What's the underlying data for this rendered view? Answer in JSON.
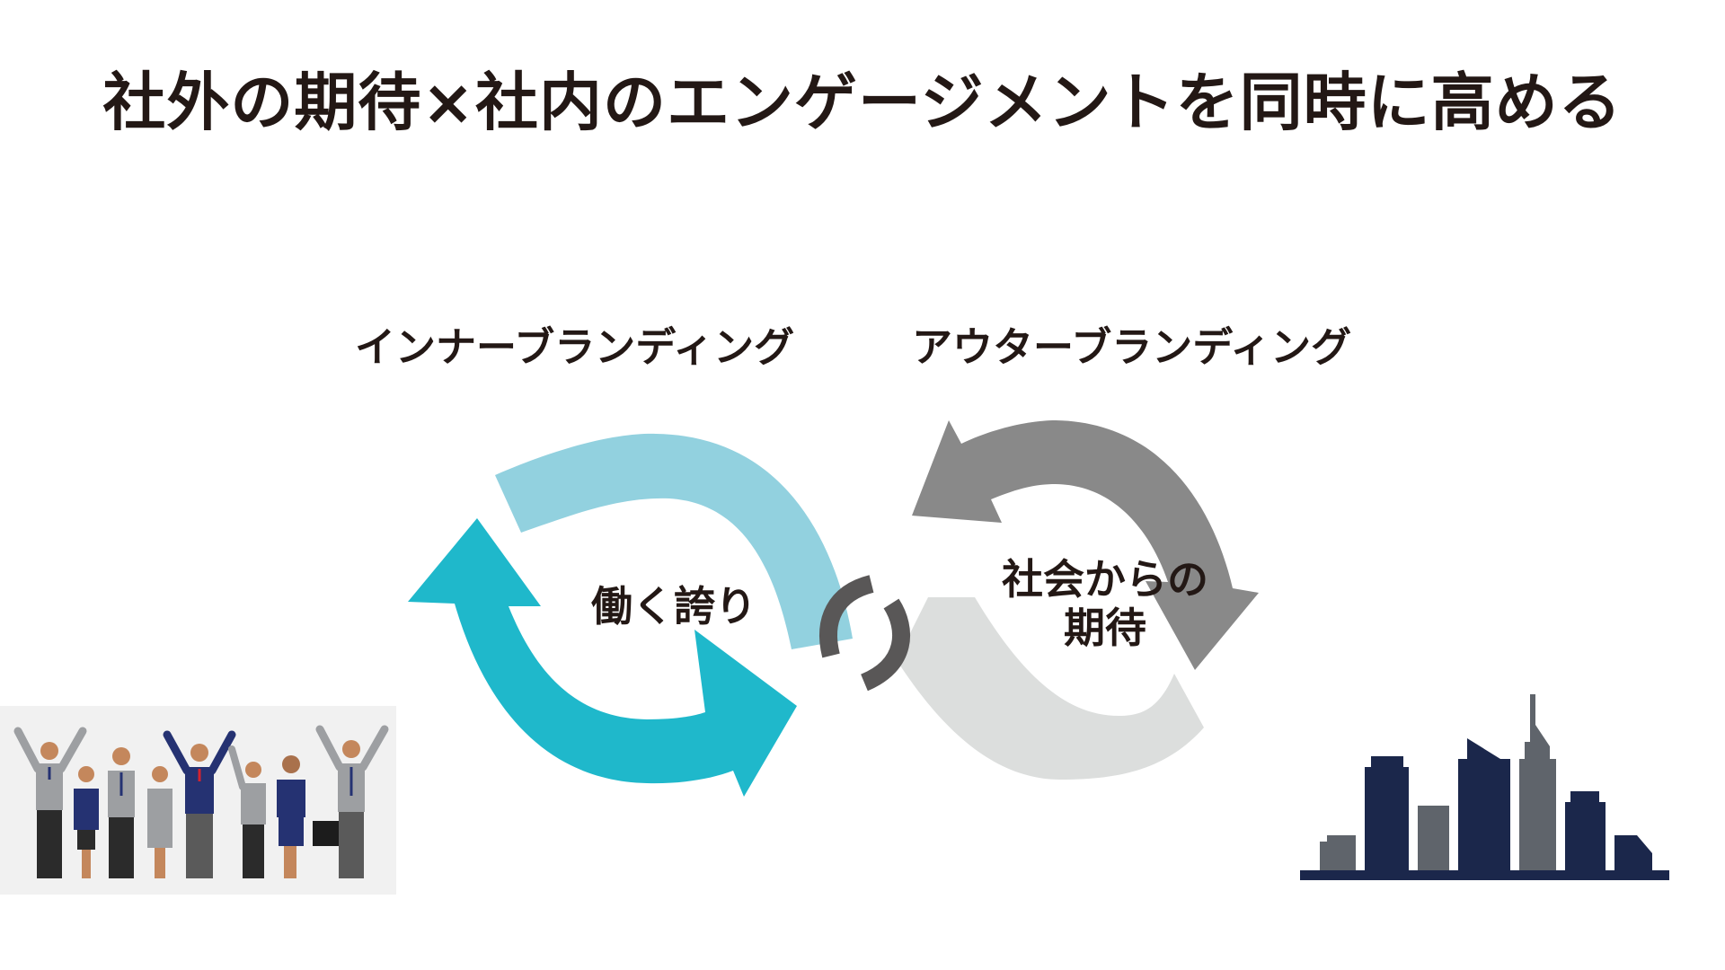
{
  "title": "社外の期待×社内のエンゲージメントを同時に高める",
  "labels": {
    "inner_branding": "インナーブランディング",
    "outer_branding": "アウターブランディング"
  },
  "cycles": {
    "inner": {
      "text": "働く誇り",
      "colors": {
        "arc": "#92d1df",
        "arrow": "#1fb8cb"
      }
    },
    "outer": {
      "text_line1": "社会からの",
      "text_line2": "期待",
      "colors": {
        "arc": "#dcdedd",
        "arrow": "#898989"
      }
    }
  },
  "connector": {
    "icon": "link-icon",
    "color": "#595757"
  },
  "illustrations": {
    "employees": {
      "icon": "employees-cheering-icon",
      "colors": {
        "suit_gray": "#9d9fa2",
        "suit_navy": "#253272",
        "pants": "#2b2b2b",
        "skin": "#c4875c"
      }
    },
    "city": {
      "icon": "city-skyline-icon",
      "colors": {
        "navy": "#1b274b",
        "gray": "#5f646b"
      }
    }
  }
}
